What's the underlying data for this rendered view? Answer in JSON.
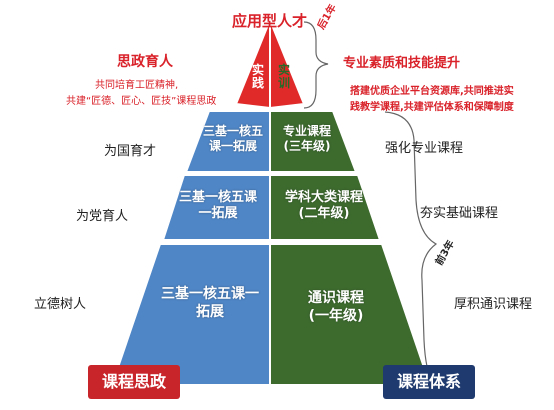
{
  "top_title": "应用型人才",
  "later_label": "后1年",
  "first_label": "前3年",
  "apex": {
    "left": "实践",
    "right": "实训"
  },
  "left_side": {
    "heading": "思政育人",
    "desc_line1": "共同培育工匠精神,",
    "desc_line2": "共建“匠德、匠心、匠技”课程思政",
    "items": [
      "为国育才",
      "为党育人",
      "立德树人"
    ]
  },
  "right_side": {
    "heading": "专业素质和技能提升",
    "desc_line1": "搭建优质企业平台资源库,共同推进实",
    "desc_line2": "践教学课程,共建评估体系和保障制度",
    "items": [
      "强化专业课程",
      "夯实基础课程",
      "厚积通识课程"
    ]
  },
  "tiers": [
    {
      "left_line1": "三基一核五",
      "left_line2": "课一拓展",
      "right_line1": "专业课程",
      "right_line2": "(三年级)"
    },
    {
      "left_line1": "三基一核五课",
      "left_line2": "一拓展",
      "right_line1": "学科大类课程",
      "right_line2": "(二年级)"
    },
    {
      "left_line1": "三基一核五课一",
      "left_line2": "拓展",
      "right_line1": "通识课程",
      "right_line2": "(一年级)"
    }
  ],
  "badges": {
    "left": "课程思政",
    "right": "课程体系"
  },
  "colors": {
    "left_face": "#4f86c6",
    "right_face": "#3d6b2e",
    "apex": "#e02a2a",
    "accent_red": "#d9222a",
    "badge_left": "#c8252b",
    "badge_right": "#1f3a6e"
  }
}
